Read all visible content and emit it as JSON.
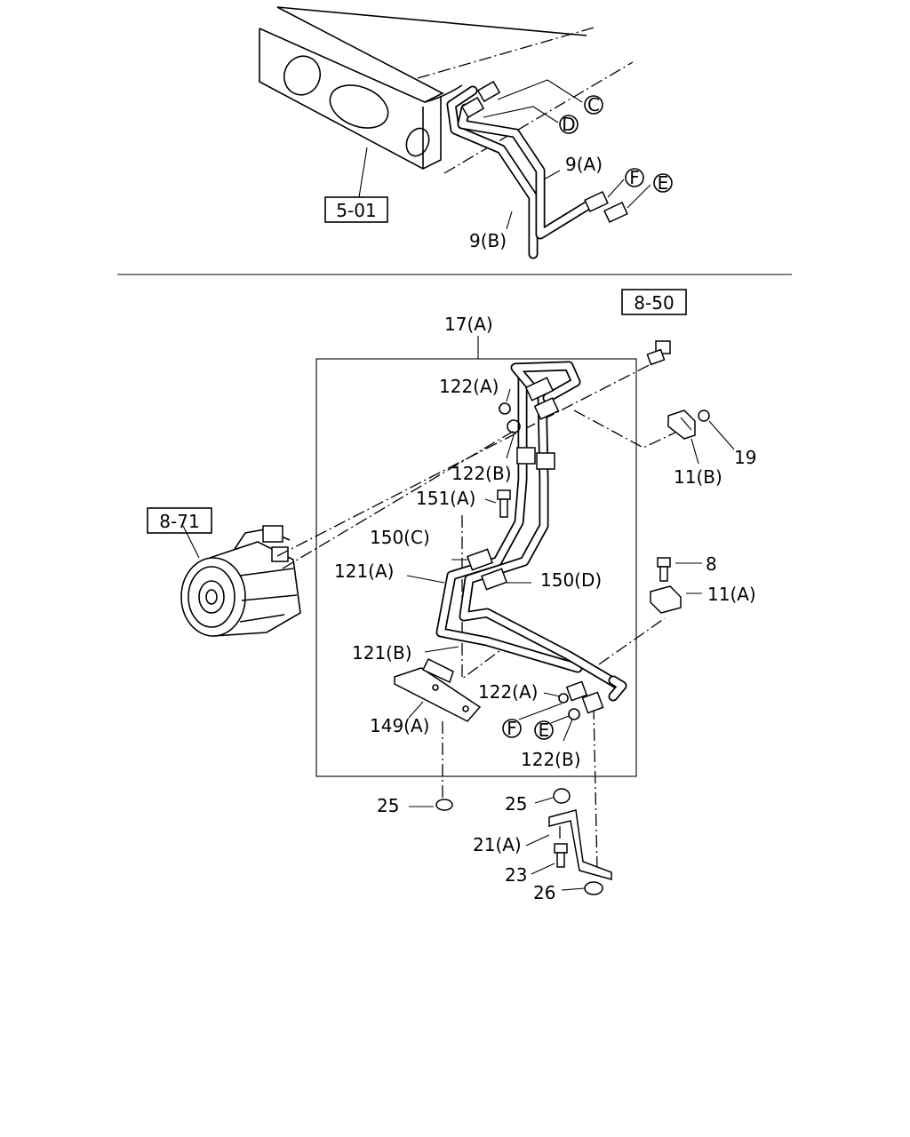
{
  "callouts": {
    "ref_5_01": "5-01",
    "ref_8_50": "8-50",
    "ref_8_71": "8-71",
    "c": "C",
    "d": "D",
    "e_top": "E",
    "f_top": "F",
    "e_bottom": "E",
    "f_bottom": "F",
    "p9a": "9(A)",
    "p9b": "9(B)",
    "p17a": "17(A)",
    "p122a_top": "122(A)",
    "p122b_top": "122(B)",
    "p151a": "151(A)",
    "p150c": "150(C)",
    "p150d": "150(D)",
    "p121a": "121(A)",
    "p121b": "121(B)",
    "p122a_bottom": "122(A)",
    "p122b_bottom": "122(B)",
    "p149a": "149(A)",
    "p11b": "11(B)",
    "p19": "19",
    "p8": "8",
    "p11a": "11(A)",
    "p25_left": "25",
    "p25_right": "25",
    "p21a": "21(A)",
    "p23": "23",
    "p26": "26"
  }
}
